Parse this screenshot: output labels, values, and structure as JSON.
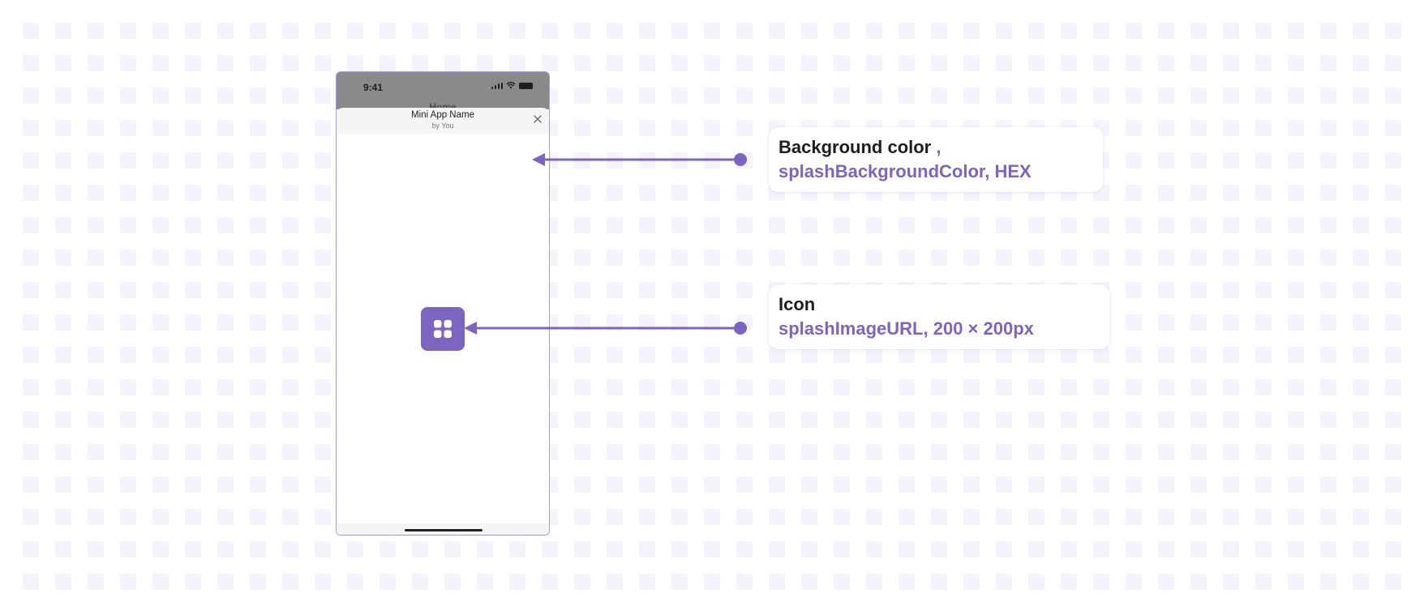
{
  "phone": {
    "status_time": "9:41",
    "behind_title": "Home",
    "app_name": "Mini App Name",
    "app_author": "by You"
  },
  "callouts": {
    "background": {
      "title": "Background color",
      "title_suffix": ",",
      "subtitle": "splashBackgroundColor, HEX"
    },
    "icon": {
      "title": "Icon",
      "subtitle": "splashImageURL, 200 × 200px"
    }
  },
  "colors": {
    "accent": "#7c65c1",
    "text": "#1e1e1e",
    "status_bar": "#8a8a8a",
    "grid_tile": "#f5f4fd"
  },
  "icons": {
    "close": "close-icon",
    "app": "grid-four-icon"
  }
}
